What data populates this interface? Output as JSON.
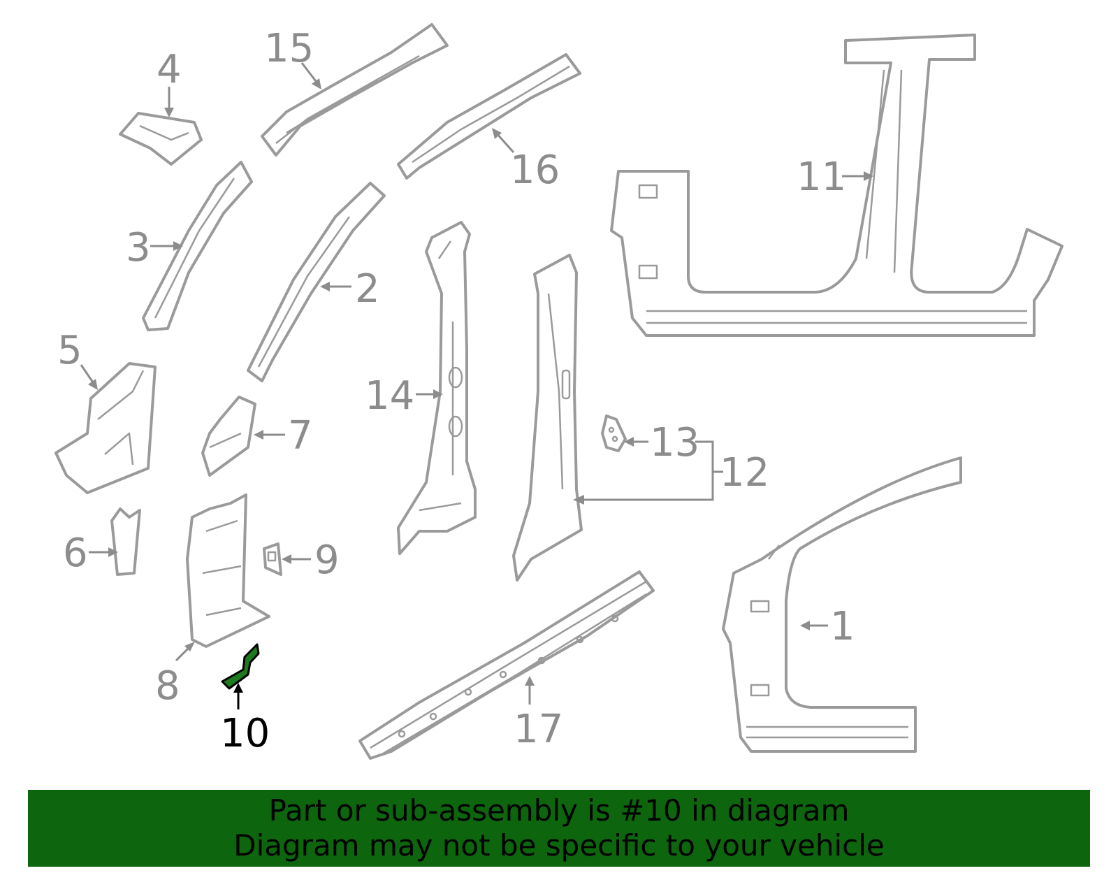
{
  "callouts": {
    "c1": "1",
    "c2": "2",
    "c3": "3",
    "c4": "4",
    "c5": "5",
    "c6": "6",
    "c7": "7",
    "c8": "8",
    "c9": "9",
    "c10": "10",
    "c11": "11",
    "c12": "12",
    "c13": "13",
    "c14": "14",
    "c15": "15",
    "c16": "16",
    "c17": "17"
  },
  "highlighted_part": "10",
  "colors": {
    "part_stroke": "#9a9a9a",
    "highlight_fill": "#1e7a1e",
    "banner_bg": "#0d650d"
  },
  "banner": {
    "line1": "Part or sub-assembly is #10 in diagram",
    "line2": "Diagram may not be specific to your vehicle"
  }
}
